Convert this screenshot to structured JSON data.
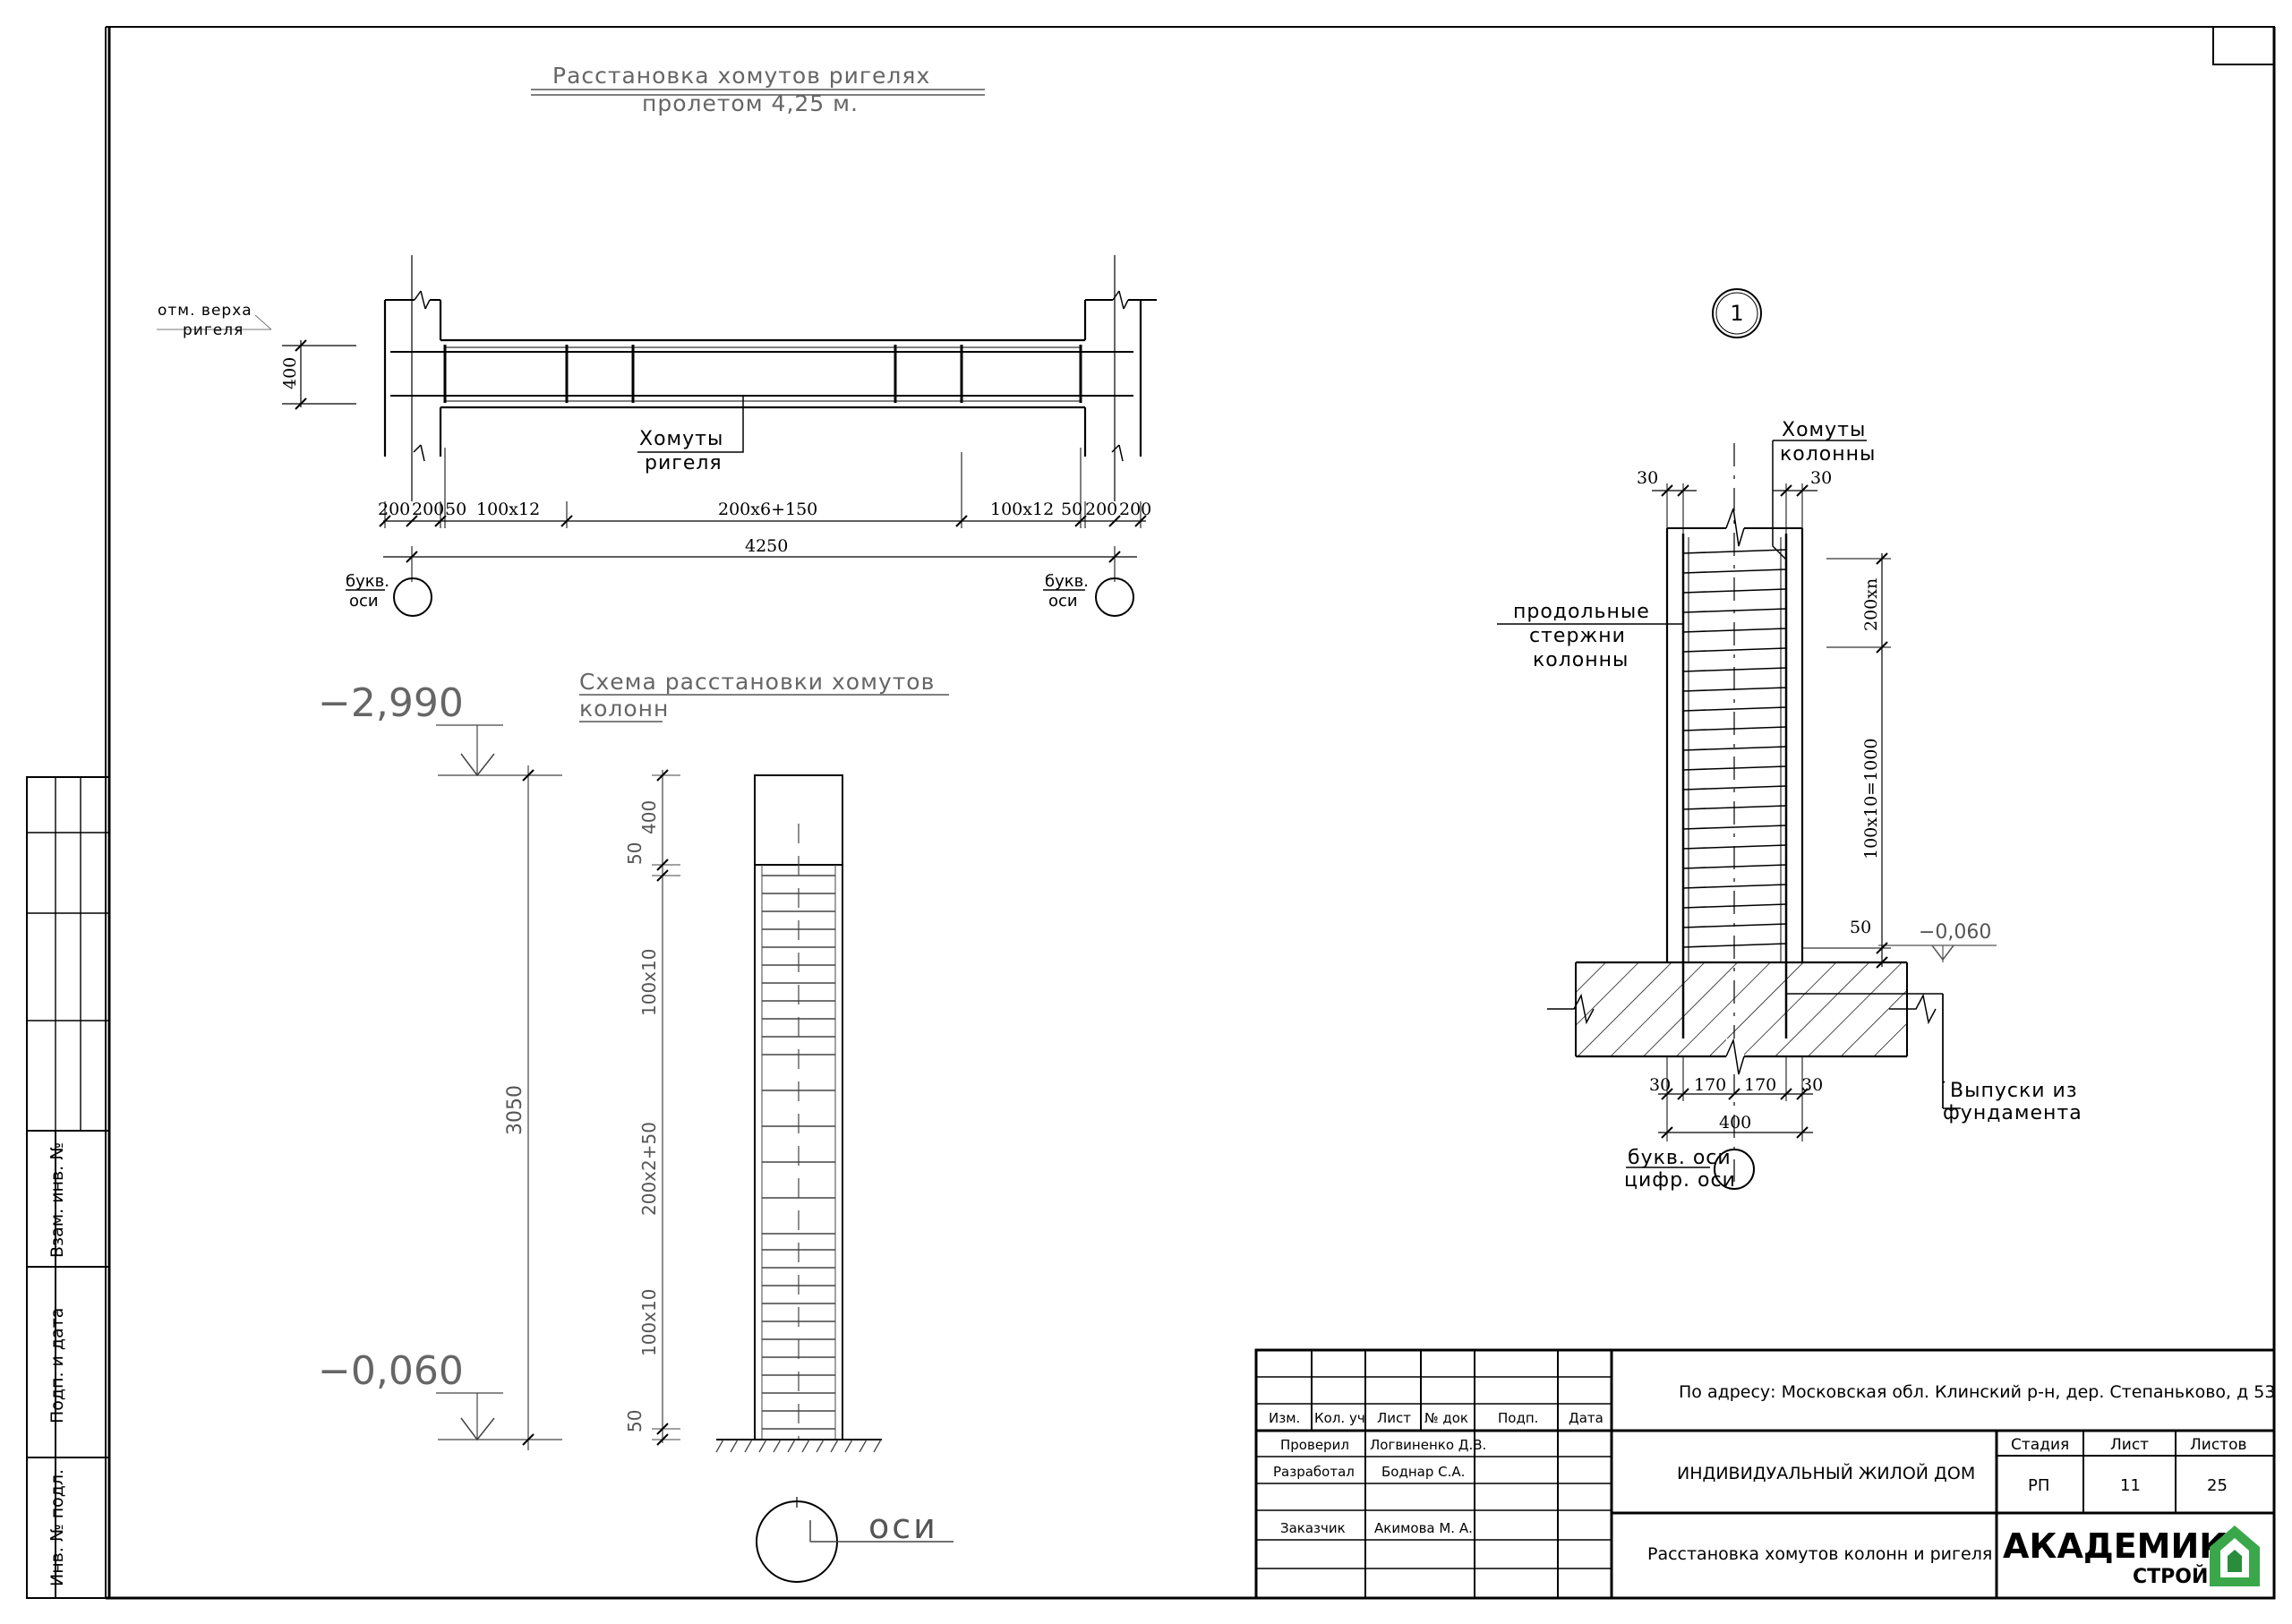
{
  "beam": {
    "title_line1": "Расстановка хомутов  ригелях",
    "title_line2": "пролетом 4,25  м.",
    "top_mark_line1": "отм. верха",
    "top_mark_line2": "ригеля",
    "height_dim": "400",
    "stirrups_label_line1": "Хомуты",
    "stirrups_label_line2": "ригеля",
    "dims": [
      "200",
      "200",
      "50",
      "100х12",
      "200х6+150",
      "100х12",
      "50",
      "200",
      "200"
    ],
    "total_dim": "4250",
    "axis_left_line1": "букв.",
    "axis_left_line2": "оси",
    "axis_right_line1": "букв.",
    "axis_right_line2": "оси"
  },
  "column_scheme": {
    "title_line1": "Схема  расстановки  хомутов",
    "title_line2": "колонн",
    "level_top": "−2,990",
    "level_bottom": "−0,060",
    "height_dim": "3050",
    "dims": [
      "400",
      "50",
      "100х10",
      "200х2+50",
      "100х10",
      "50"
    ],
    "axis_label": "оси"
  },
  "detail": {
    "callout": "1",
    "stirrups_label_line1": "Хомуты",
    "stirrups_label_line2": "колонны",
    "dim_top_left": "30",
    "dim_top_right": "30",
    "long_bars_line1": "продольные",
    "long_bars_line2": "стержни",
    "long_bars_line3": "колонны",
    "dim_200xn": "200хn",
    "dim_100x10": "100х10=1000",
    "dim_50": "50",
    "level": "−0,060",
    "bottom_dims": [
      "30",
      "170",
      "170",
      "30"
    ],
    "bottom_total": "400",
    "outlets_line1": "Выпуски  из",
    "outlets_line2": "фундамента",
    "axis_line1": "букв.  оси",
    "axis_line2": "цифр.  оси"
  },
  "side_stamp": {
    "label_1": "Взам. инв. №",
    "label_2": "Подп. и дата",
    "label_3": "Инв. № подл."
  },
  "title_block": {
    "headers": [
      "Изм.",
      "Кол. уч",
      "Лист",
      "№ док",
      "Подп.",
      "Дата"
    ],
    "rows": [
      {
        "role": "Проверил",
        "name": "Логвиненко Д.В."
      },
      {
        "role": "Разработал",
        "name": "Боднар С.А."
      },
      {
        "role": "Заказчик",
        "name": "Акимова М. А."
      }
    ],
    "address": "По адресу: Московская обл. Клинский р-н, дер. Степаньково, д 53",
    "object": "ИНДИВИДУАЛЬНЫЙ ЖИЛОЙ ДОМ",
    "sheet_title": "Расстановка хомутов колонн и ригеля",
    "stage_label": "Стадия",
    "sheet_label": "Лист",
    "sheets_label": "Листов",
    "stage": "РП",
    "sheet": "11",
    "sheets": "25",
    "logo_line1": "АКАДЕМИК",
    "logo_line2": "СТРОЙ",
    "logo_color": "#3aa84a",
    "logo_color_dark": "#2a8d3c"
  }
}
